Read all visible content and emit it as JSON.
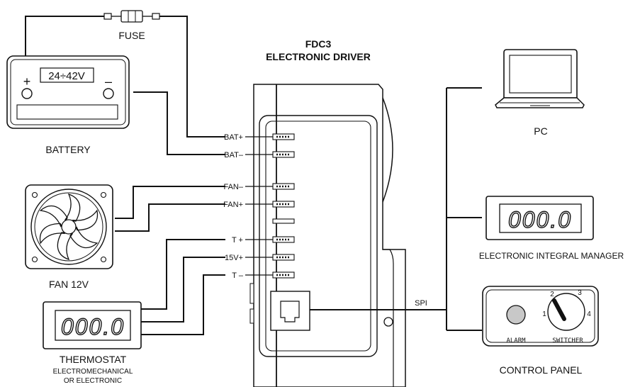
{
  "driver": {
    "title_line1": "FDC3",
    "title_line2": "ELECTRONIC DRIVER"
  },
  "battery": {
    "voltage": "24÷42V",
    "plus": "+",
    "minus": "–",
    "label": "BATTERY"
  },
  "fuse": {
    "label": "FUSE"
  },
  "fan": {
    "label": "FAN 12V"
  },
  "thermostat": {
    "display": "000.0",
    "label": "THERMOSTAT",
    "sub1": "ELECTROMECHANICAL",
    "sub2": "OR ELECTRONIC"
  },
  "terminals": [
    "BAT+",
    "BAT–",
    "FAN–",
    "FAN+",
    "T +",
    "15V+",
    "T –"
  ],
  "bus": {
    "label": "SPI"
  },
  "pc": {
    "label": "PC"
  },
  "eim": {
    "display": "000.0",
    "label": "ELECTRONIC INTEGRAL MANAGER"
  },
  "control_panel": {
    "label": "CONTROL PANEL",
    "alarm_label": "ALARM",
    "switcher_label": "SWITCHER",
    "switch_positions": [
      "1",
      "2",
      "3",
      "4"
    ]
  }
}
